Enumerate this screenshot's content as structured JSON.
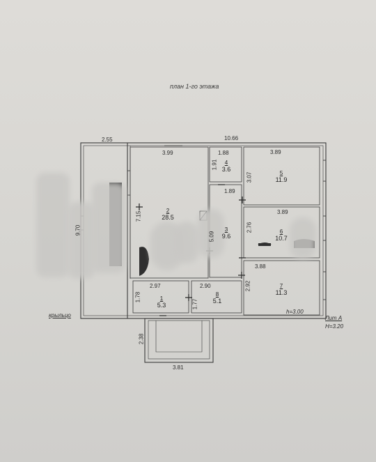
{
  "title": "план 1-го этажа",
  "dimensions": {
    "top_left": "2.55",
    "top_total": "10.66",
    "room2_width": "3.99",
    "room4_width": "1.88",
    "room5_width": "3.89",
    "room6_width": "3.89",
    "room7_width": "3.88",
    "room3_width": "1.89",
    "left_height": "9.70",
    "room2_height": "7.15",
    "room4_height": "1.91",
    "room5_height": "3.07",
    "room3_height": "5.09",
    "room6_height": "2.76",
    "room7_height": "2.92",
    "room1_width": "2.97",
    "room8_width": "2.90",
    "room1_height": "1.78",
    "room8_height": "1.77",
    "porch_height": "2.38",
    "porch_width": "3.81"
  },
  "rooms": [
    {
      "num": "1",
      "area": "5.3"
    },
    {
      "num": "2",
      "area": "28.5"
    },
    {
      "num": "3",
      "area": "9.6"
    },
    {
      "num": "4",
      "area": "3.6"
    },
    {
      "num": "5",
      "area": "11.9"
    },
    {
      "num": "6",
      "area": "10.7"
    },
    {
      "num": "7",
      "area": "11.3"
    },
    {
      "num": "8",
      "area": "5.1"
    }
  ],
  "labels": {
    "porch": "крыльцо",
    "lit": "Лит А",
    "h_room": "h=3.00",
    "h_total": "H=3.20"
  }
}
